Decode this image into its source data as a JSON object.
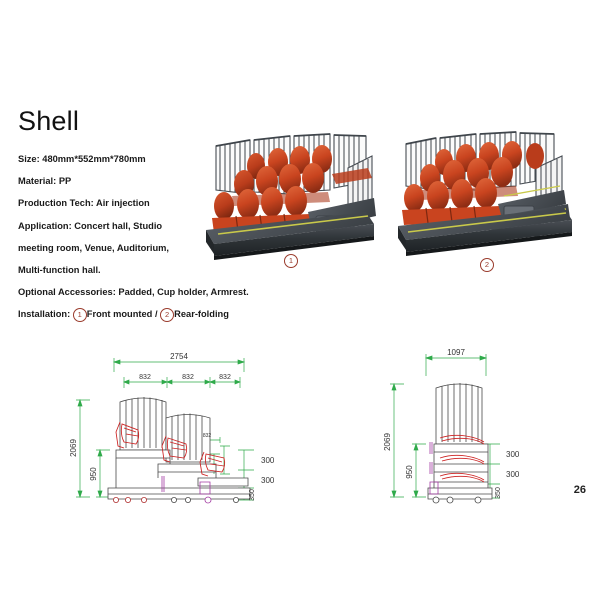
{
  "page": {
    "number": "26",
    "background": "#ffffff"
  },
  "product": {
    "title": "Shell",
    "specs": [
      "Size: 480mm*552mm*780mm",
      "Material: PP",
      "Production Tech: Air injection",
      "Application: Concert hall, Studio",
      "meeting room, Venue, Auditorium,",
      "Multi-function hall.",
      "Optional Accessories: Padded, Cup holder, Armrest."
    ],
    "installation": {
      "label": "Installation:",
      "option1_marker": "1",
      "option1": "Front mounted",
      "separator": "/",
      "option2_marker": "2",
      "option2": "Rear-folding"
    }
  },
  "photos": [
    {
      "name": "front-mounted-telescopic-seating",
      "caption_marker": "1"
    },
    {
      "name": "rear-folding-telescopic-seating",
      "caption_marker": "2"
    }
  ],
  "colors": {
    "seat_orange": "#c9441f",
    "seat_orange_light": "#e0683c",
    "seat_orange_dark": "#9c3216",
    "frame_dark": "#3e444a",
    "frame_mid": "#5a6169",
    "platform_dark": "#2b2f33",
    "platform_mid": "#4a4f55",
    "safety_stripe": "#c9c94a",
    "marker_red": "#9a3b2c",
    "dim_green": "#2faa4a",
    "dim_text": "#333333",
    "cad_line": "#4a4a4a",
    "cad_red": "#cc2222",
    "cad_magenta": "#aa33aa"
  },
  "drawings": {
    "front_view": {
      "name": "front-elevation",
      "overall_width": "2754",
      "bay_widths": [
        "832",
        "832",
        "832"
      ],
      "overall_height": "2069",
      "tier_height": "950",
      "riser_1": "300",
      "riser_2": "300",
      "base_height": "350",
      "inner_label": "832"
    },
    "side_view": {
      "name": "side-elevation",
      "depth": "1097",
      "overall_height": "2069",
      "tier_height": "950",
      "riser_1": "300",
      "riser_2": "300",
      "base_height": "350"
    }
  }
}
